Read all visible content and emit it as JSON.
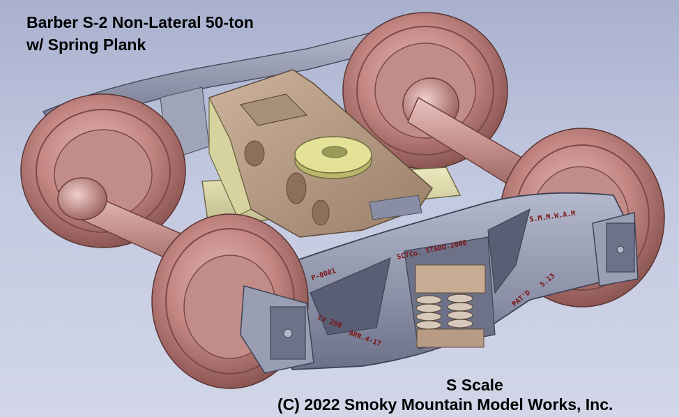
{
  "title": {
    "line1": "Barber S-2 Non-Lateral 50-ton",
    "line2": "w/ Spring Plank"
  },
  "scale_label": "S Scale",
  "copyright": "(C) 2022 Smoky Mountain Model Works, Inc.",
  "cast_markings": {
    "top_right": "S.M.M.W.A.M",
    "center_top": "SCTCo. STADO.2000",
    "left": "P-0001",
    "left_lower": "CV 200",
    "left_bottom": "ARR.4-17",
    "right": "PAT'D",
    "right_extra": "5.13"
  },
  "colors": {
    "background": "#bcc2dc",
    "wheel": "#c9908d",
    "side_frame": "#8a8ea4",
    "bolster": "#b39a83",
    "spring_plank": "#dcd8a8",
    "center_plate": "#e0e090",
    "spring": "#c8b8a8"
  }
}
